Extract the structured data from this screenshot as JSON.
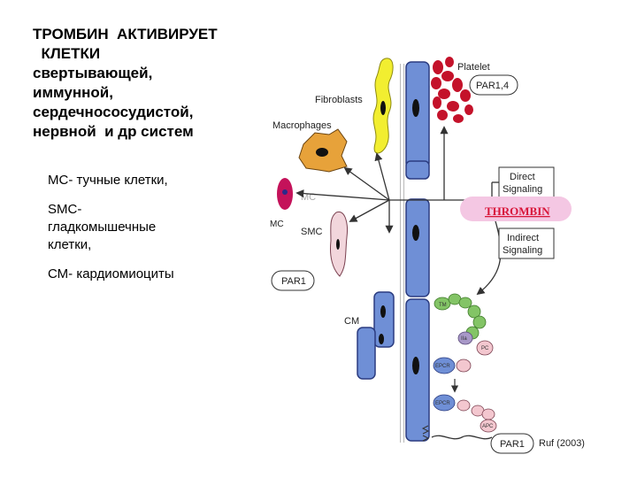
{
  "title": "ТРОМБИН  АКТИВИРУЕТ\n  КЛЕТКИ\nсвертывающей,\nиммунной,\nсердечнососудистой,\nнервной  и др систем",
  "legend": {
    "mc": "МС- тучные клетки,",
    "smc": "SMC-\nгладкомышечные\nклетки,",
    "cm": "СМ- кардиомиоциты"
  },
  "figure": {
    "platelet": "Platelet",
    "par14": "PAR1,4",
    "fibroblasts": "Fibroblasts",
    "macrophages": "Macrophages",
    "mc_label": "MC",
    "mc_label2": "MC",
    "smc": "SMC",
    "par1_left": "PAR1",
    "cm": "CM",
    "direct": [
      "Direct",
      "Signaling"
    ],
    "thrombin": "THROMBIN",
    "indirect": [
      "Indirect",
      "Signaling"
    ],
    "tm": "TM",
    "iia": "IIa",
    "pc": "PC",
    "epcr1": "EPCR",
    "epcr2": "EPCR",
    "apc": "APC",
    "par1_bottom": "PAR1",
    "citation": "Ruf (2003)"
  },
  "colors": {
    "cell_blue": "#6f8fd6",
    "platelet_red": "#c4122a",
    "fibroblast_yellow": "#f2ee30",
    "macrophage_orange": "#e7a23a",
    "smc_pink": "#f2d6dc",
    "mc_magenta": "#c4125a",
    "thrombin_pink": "#f4c7e3",
    "receptor_green": "#83c466",
    "apc_pink": "#f3c7cf"
  }
}
